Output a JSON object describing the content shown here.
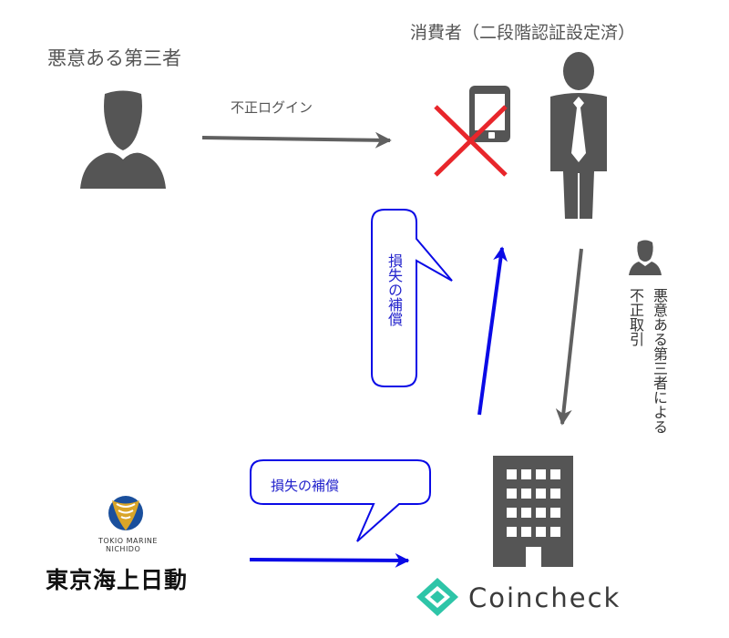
{
  "nodes": {
    "attacker": {
      "label": "悪意ある第三者"
    },
    "consumer": {
      "label": "消費者（二段階認証設定済）"
    },
    "fraud_actor": {
      "label": "悪意ある第三者による"
    },
    "fraud_action": {
      "label": "不正取引"
    },
    "tokio_marine": {
      "logo_en_line1": "TOKIO MARINE",
      "logo_en_line2": "NICHIDO",
      "logo_jp": "東京海上日動"
    },
    "coincheck": {
      "logo_text": "Coincheck"
    }
  },
  "edges": {
    "unauthorized_login": {
      "label": "不正ログイン"
    },
    "compensation_to_consumer": {
      "label": "損失の補償"
    },
    "compensation_to_coincheck": {
      "label": "損失の補償"
    }
  },
  "icons": {
    "attacker": "person-icon",
    "phone": "smartphone-icon",
    "blocked": "red-x-icon",
    "consumer": "businessman-icon",
    "fraud_actor": "person-icon",
    "building": "building-icon",
    "tokio_marine": "tokio-marine-logo-icon",
    "coincheck": "coincheck-logo-icon"
  },
  "colors": {
    "icon_gray": "#555555",
    "arrow_gray": "#606060",
    "compensation_blue": "#0a0ae6",
    "cross_red": "#e8262b",
    "coincheck_green": "#2ec5a8",
    "tokio_blue": "#1a4f9c",
    "tokio_gold": "#d9a528"
  }
}
